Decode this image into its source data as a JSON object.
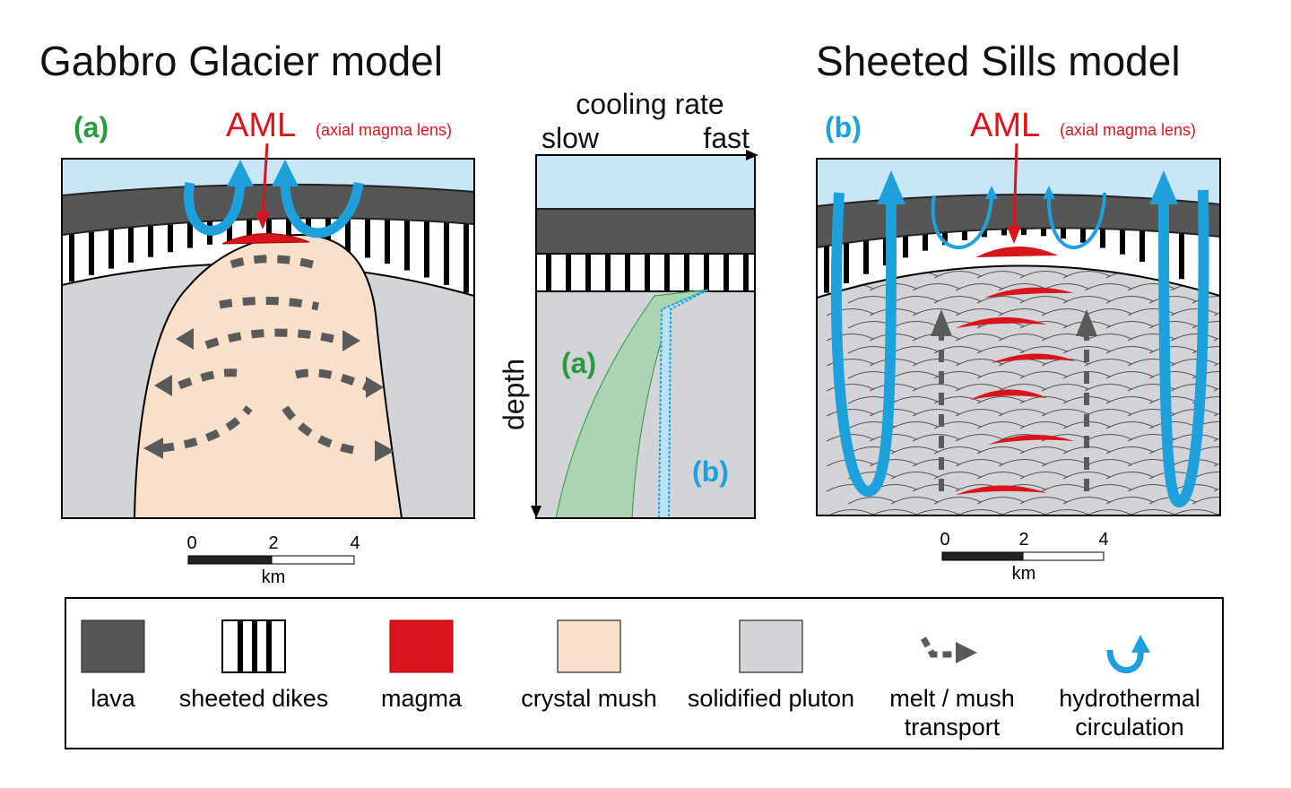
{
  "titles": {
    "left": "Gabbro Glacier model",
    "right": "Sheeted Sills model"
  },
  "panel_a": {
    "label": "(a)",
    "aml": "AML",
    "aml_sub": "(axial magma lens)"
  },
  "panel_b": {
    "label": "(b)",
    "aml": "AML",
    "aml_sub": "(axial magma lens)"
  },
  "middle": {
    "title": "cooling rate",
    "slow": "slow",
    "fast": "fast",
    "depth": "depth",
    "curve_a": "(a)",
    "curve_b": "(b)"
  },
  "scalebar_left": {
    "ticks": [
      "0",
      "2",
      "4"
    ],
    "unit": "km"
  },
  "scalebar_right": {
    "ticks": [
      "0",
      "2",
      "4"
    ],
    "unit": "km"
  },
  "legend": {
    "lava": "lava",
    "dikes": "sheeted dikes",
    "magma": "magma",
    "mush": "crystal mush",
    "pluton": "solidified pluton",
    "transport_1": "melt / mush",
    "transport_2": "transport",
    "hydro_1": "hydrothermal",
    "hydro_2": "circulation"
  },
  "colors": {
    "water": "#c9e6f6",
    "lava": "#565656",
    "magma": "#d8141c",
    "mush": "#f8e0cb",
    "pluton": "#d2d4d7",
    "hydro": "#1da0dc",
    "green": "#2a9a3e",
    "arrow": "#5a5a5a"
  }
}
